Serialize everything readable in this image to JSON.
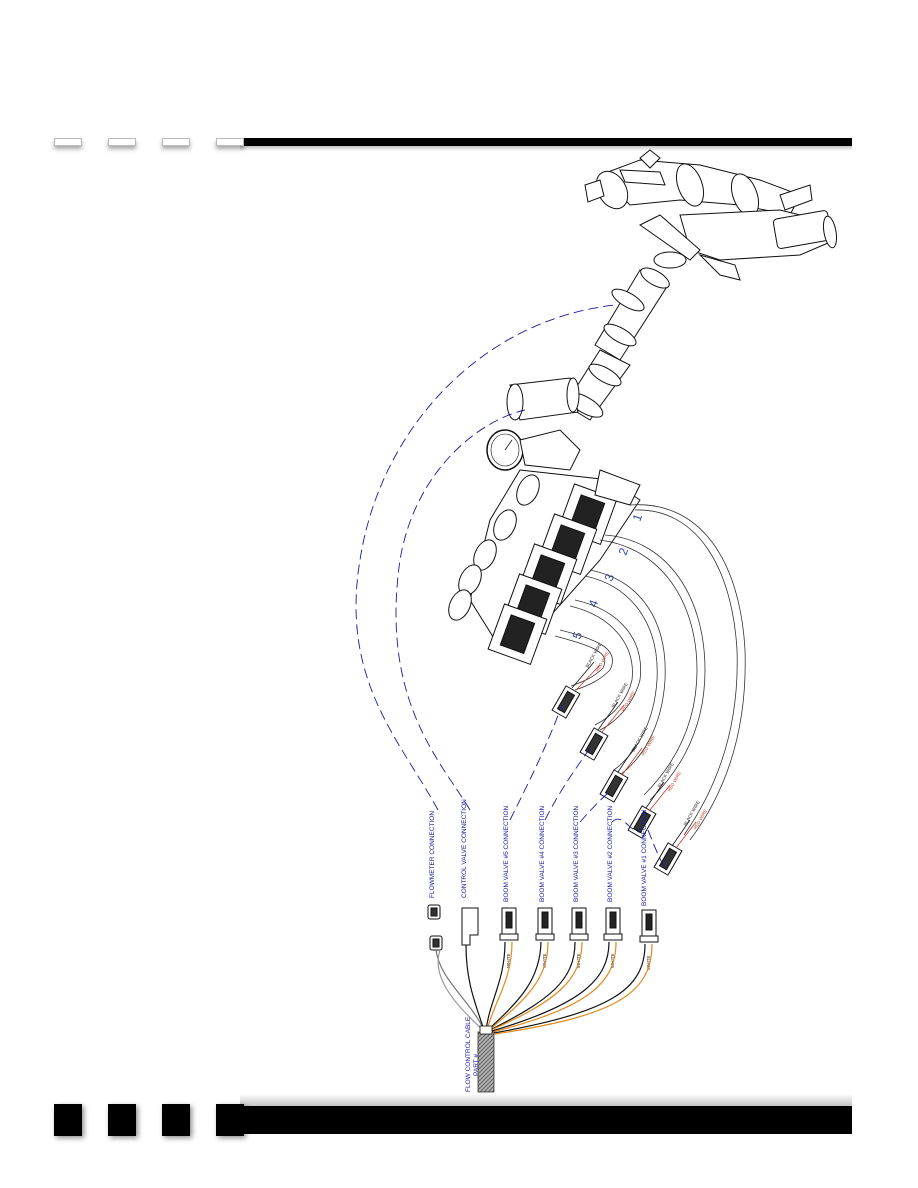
{
  "cable_label": "FLOW CONTROL CABLE",
  "cable_part": "PART # ...",
  "connectors": [
    {
      "id": "flowmeter",
      "label": "FLOWMETER CONNECTION"
    },
    {
      "id": "control-valve",
      "label": "CONTROL VALVE CONNECTION"
    },
    {
      "id": "boom-5",
      "label": "BOOM VALVE #5 CONNECTION"
    },
    {
      "id": "boom-4",
      "label": "BOOM VALVE #4 CONNECTION"
    },
    {
      "id": "boom-3",
      "label": "BOOM VALVE #3 CONNECTION"
    },
    {
      "id": "boom-2",
      "label": "BOOM VALVE #2 CONNECTION"
    },
    {
      "id": "boom-1",
      "label": "BOOM VALVE #1 CONNECTION"
    }
  ],
  "wire_labels": [
    "ORANGE",
    "WHITE",
    "BLACK"
  ],
  "valve_pigtail_labels": [
    "BLACK WIRE",
    "RED WIRE"
  ],
  "boom_numbers": [
    "1",
    "2",
    "3",
    "4",
    "5"
  ],
  "colors": {
    "wire_blue_dash": "#1a1aa0",
    "wire_orange": "#e08a1e",
    "wire_black": "#111111",
    "wire_red": "#c0392b"
  }
}
